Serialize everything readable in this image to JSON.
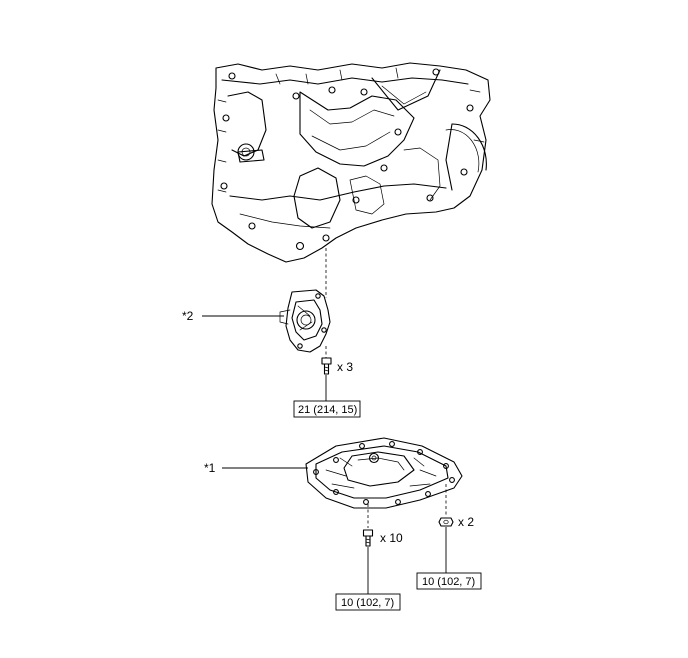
{
  "callouts": {
    "part_2": "*2",
    "part_1": "*1"
  },
  "quantities": {
    "strainer_bolts": "x 3",
    "pan_bolts": "x 10",
    "pan_nuts": "x 2"
  },
  "torque_specs": {
    "strainer_bolt": "21 (214, 15)",
    "pan_bolt": "10 (102, 7)",
    "pan_nut": "10 (102, 7)"
  }
}
